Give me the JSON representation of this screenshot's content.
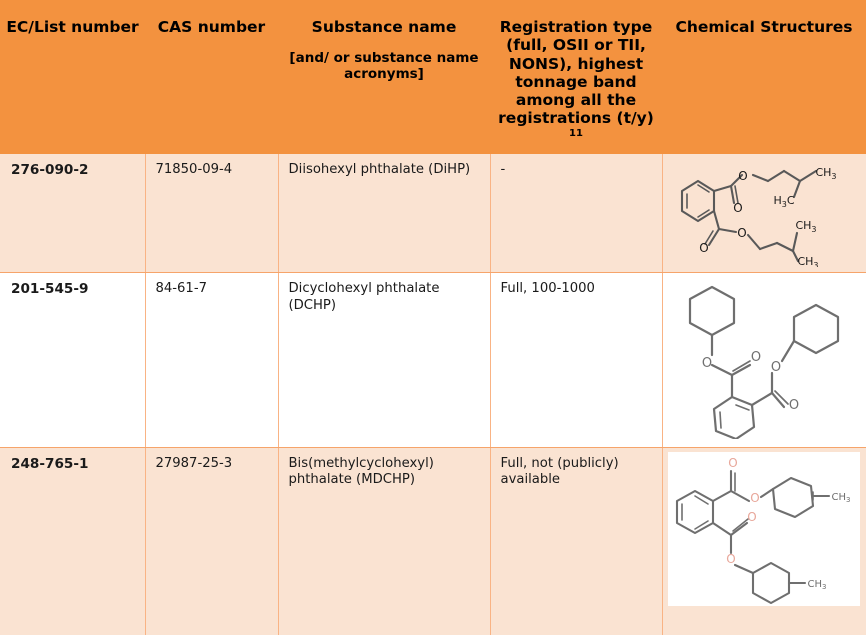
{
  "table": {
    "columns": [
      {
        "key": "ec_list_number",
        "main": "EC/List number",
        "sub": ""
      },
      {
        "key": "cas_number",
        "main": "CAS number",
        "sub": ""
      },
      {
        "key": "substance_name",
        "main": "Substance name",
        "sub": "[and/ or substance name acronyms]"
      },
      {
        "key": "registration_type",
        "main": "Registration type (full, OSII or TII, NONS), highest tonnage band among all the registrations (t/y)",
        "footnote": "11",
        "sub": ""
      },
      {
        "key": "chemical_structures",
        "main": "Chemical Structures",
        "sub": ""
      }
    ],
    "rows": [
      {
        "ec_list_number": "276-090-2",
        "cas_number": "71850-09-4",
        "substance_name": "Diisohexyl phthalate (DiHP)",
        "registration_type": "-",
        "structure_name": "diisohexyl-phthalate-structure",
        "structure_labels": [
          "O",
          "O",
          "O",
          "O",
          "H3C",
          "CH3",
          "CH3",
          "CH3"
        ]
      },
      {
        "ec_list_number": "201-545-9",
        "cas_number": "84-61-7",
        "substance_name": "Dicyclohexyl phthalate (DCHP)",
        "registration_type": "Full, 100-1000",
        "structure_name": "dicyclohexyl-phthalate-structure",
        "structure_labels": [
          "O",
          "O",
          "O",
          "O"
        ]
      },
      {
        "ec_list_number": "248-765-1",
        "cas_number": "27987-25-3",
        "substance_name": "Bis(methylcyclohexyl) phthalate (MDCHP)",
        "registration_type": "Full, not (publicly) available",
        "structure_name": "bis-methylcyclohexyl-phthalate-structure",
        "structure_labels": [
          "O",
          "O",
          "O",
          "O",
          "CH3",
          "CH3"
        ]
      }
    ]
  },
  "colors": {
    "header_background": "#F3923F",
    "row_shaded_background": "#FAE3D2",
    "row_plain_background": "#FFFFFF",
    "grid_line": "#F9B384",
    "text": "#1a1a1a",
    "structure_oxygen": "#E8A79A",
    "structure_bond": "#595959"
  }
}
